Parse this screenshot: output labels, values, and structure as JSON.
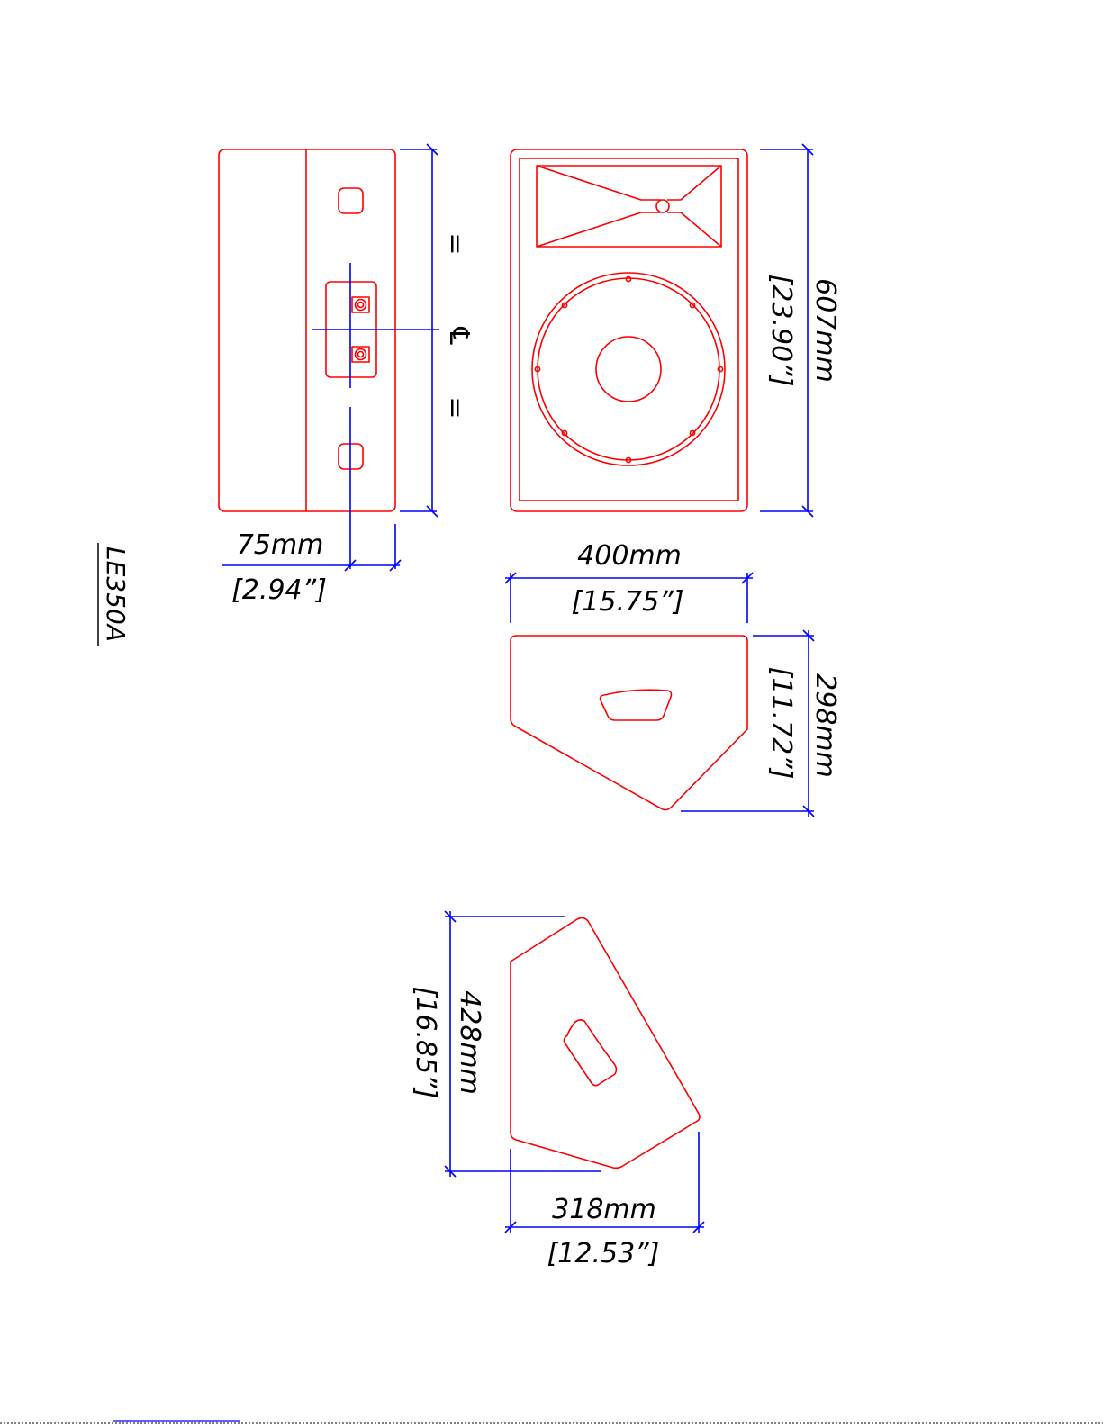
{
  "title": "LE350A",
  "symbols": {
    "centerline": "℄",
    "equal_marks": "="
  },
  "dimensions": {
    "depth_offset": {
      "mm": "75mm",
      "inch": "[2.94”]"
    },
    "height": {
      "mm": "607mm",
      "inch": "[23.90”]"
    },
    "width": {
      "mm": "400mm",
      "inch": "[15.75”]"
    },
    "top_depth": {
      "mm": "298mm",
      "inch": "[11.72”]"
    },
    "side_length": {
      "mm": "428mm",
      "inch": "[16.85”]"
    },
    "side_width": {
      "mm": "318mm",
      "inch": "[12.53”]"
    }
  },
  "colors": {
    "part_outline": "#ff0000",
    "dimension_lines": "#0000ff",
    "text": "#000000"
  }
}
